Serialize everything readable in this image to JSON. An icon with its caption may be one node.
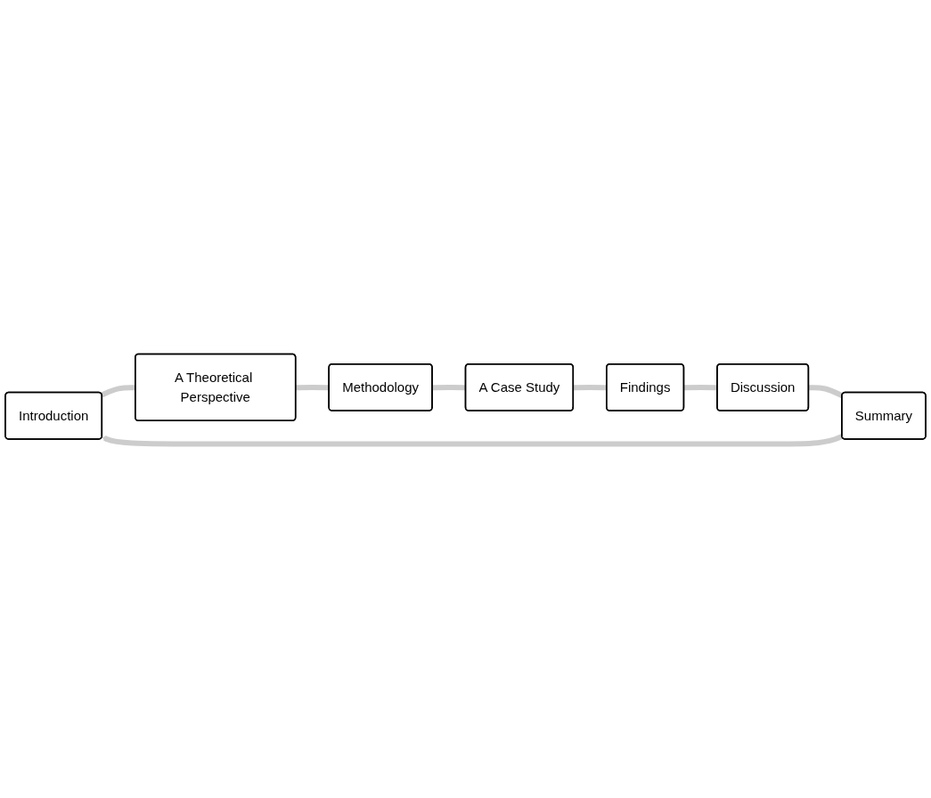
{
  "diagram": {
    "nodes": [
      {
        "text": [
          "Introduction"
        ]
      },
      {
        "text": [
          "A Theoretical Perspective"
        ]
      },
      {
        "text": [
          "Methodology"
        ]
      },
      {
        "text": [
          "A Case Study"
        ]
      },
      {
        "text": [
          "Findings"
        ]
      },
      {
        "text": [
          "Discussion"
        ]
      },
      {
        "text": [
          "Summary"
        ]
      }
    ],
    "edges": [
      {
        "from": 0,
        "to": 1,
        "arrow": "none"
      },
      {
        "from": 1,
        "to": 2,
        "arrow": "none"
      },
      {
        "from": 2,
        "to": 3,
        "arrow": "none"
      },
      {
        "from": 3,
        "to": 4,
        "arrow": "none"
      },
      {
        "from": 4,
        "to": 5,
        "arrow": "none"
      },
      {
        "from": 5,
        "to": 6,
        "arrow": "none"
      },
      {
        "from": 6,
        "to": 0,
        "arrow": "to"
      }
    ]
  }
}
